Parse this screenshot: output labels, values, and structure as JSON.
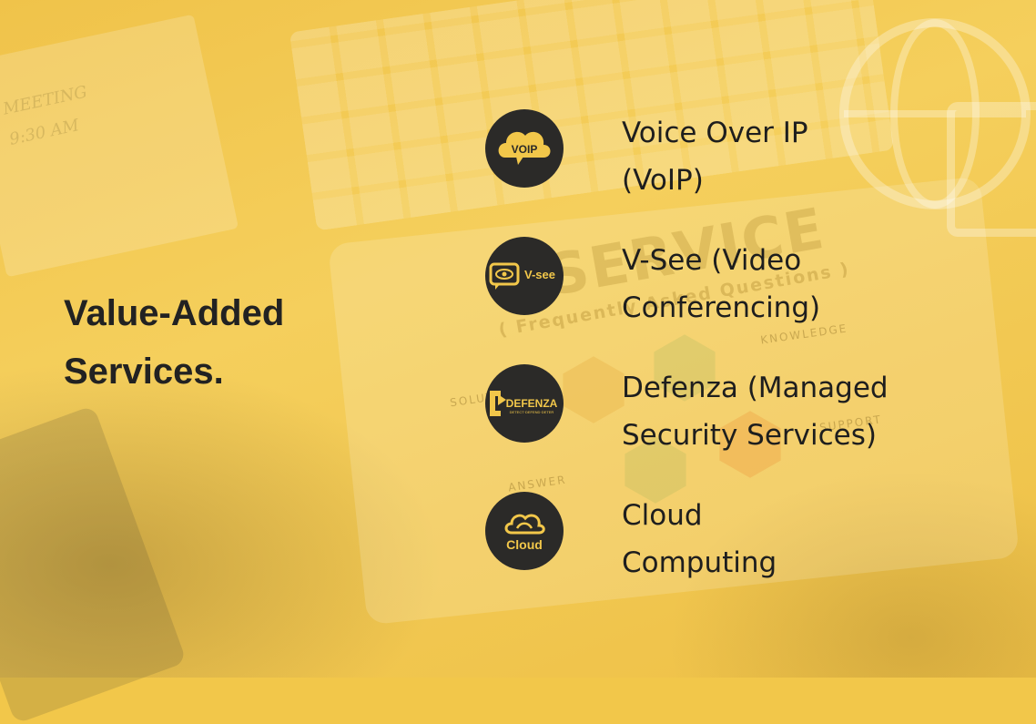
{
  "heading": {
    "line1": "Value-Added",
    "line2": "Services."
  },
  "services": [
    {
      "label_line1": "Voice Over IP",
      "label_line2": "(VoIP)",
      "icon": "voip-icon",
      "icon_text": "VOIP"
    },
    {
      "label_line1": "V-See (Video",
      "label_line2": "Conferencing)",
      "icon": "v-see-icon",
      "icon_text": "V-see"
    },
    {
      "label_line1": "Defenza (Managed",
      "label_line2": "Security Services)",
      "icon": "defenza-icon",
      "icon_text": "DEFENZA",
      "icon_subtext": "DETECT·DEFEND·DETER"
    },
    {
      "label_line1": "Cloud",
      "label_line2": "Computing",
      "icon": "cloud-icon",
      "icon_text": "Cloud"
    }
  ],
  "background": {
    "watermark_service": "SERVICE",
    "watermark_faq": "( Frequently Asked Questions )",
    "watermark_knowledge": "KNOWLEDGE",
    "watermark_answer": "ANSWER",
    "watermark_solution": "SOLUTION",
    "watermark_support": "SUPPORT",
    "note_text": "MEETING 9:30 AM"
  },
  "colors": {
    "background": "#f2c74a",
    "badge": "#2b2a28",
    "accent": "#f2c74a",
    "text": "#1e1e1e"
  }
}
